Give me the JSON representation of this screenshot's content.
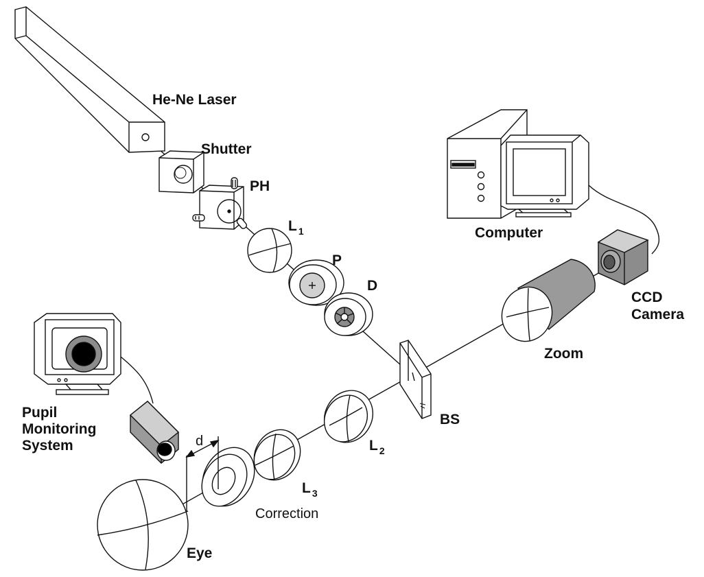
{
  "labels": {
    "laser": "He-Ne Laser",
    "shutter": "Shutter",
    "pinhole": "PH",
    "lens1": "L",
    "lens1_sub": "1",
    "pupil": "P",
    "diaphragm": "D",
    "computer": "Computer",
    "ccd_line1": "CCD",
    "ccd_line2": "Camera",
    "zoom": "Zoom",
    "beamsplitter": "BS",
    "lens2": "L",
    "lens2_sub": "2",
    "lens3": "L",
    "lens3_sub": "3",
    "correction": "Correction",
    "eye": "Eye",
    "distance": "d",
    "pupil_monitor_line1": "Pupil",
    "pupil_monitor_line2": "Monitoring",
    "pupil_monitor_line3": "System"
  },
  "colors": {
    "line": "#111111",
    "mid_gray": "#8c8c8c",
    "light_gray": "#d0d0d0",
    "dark": "#000000"
  }
}
